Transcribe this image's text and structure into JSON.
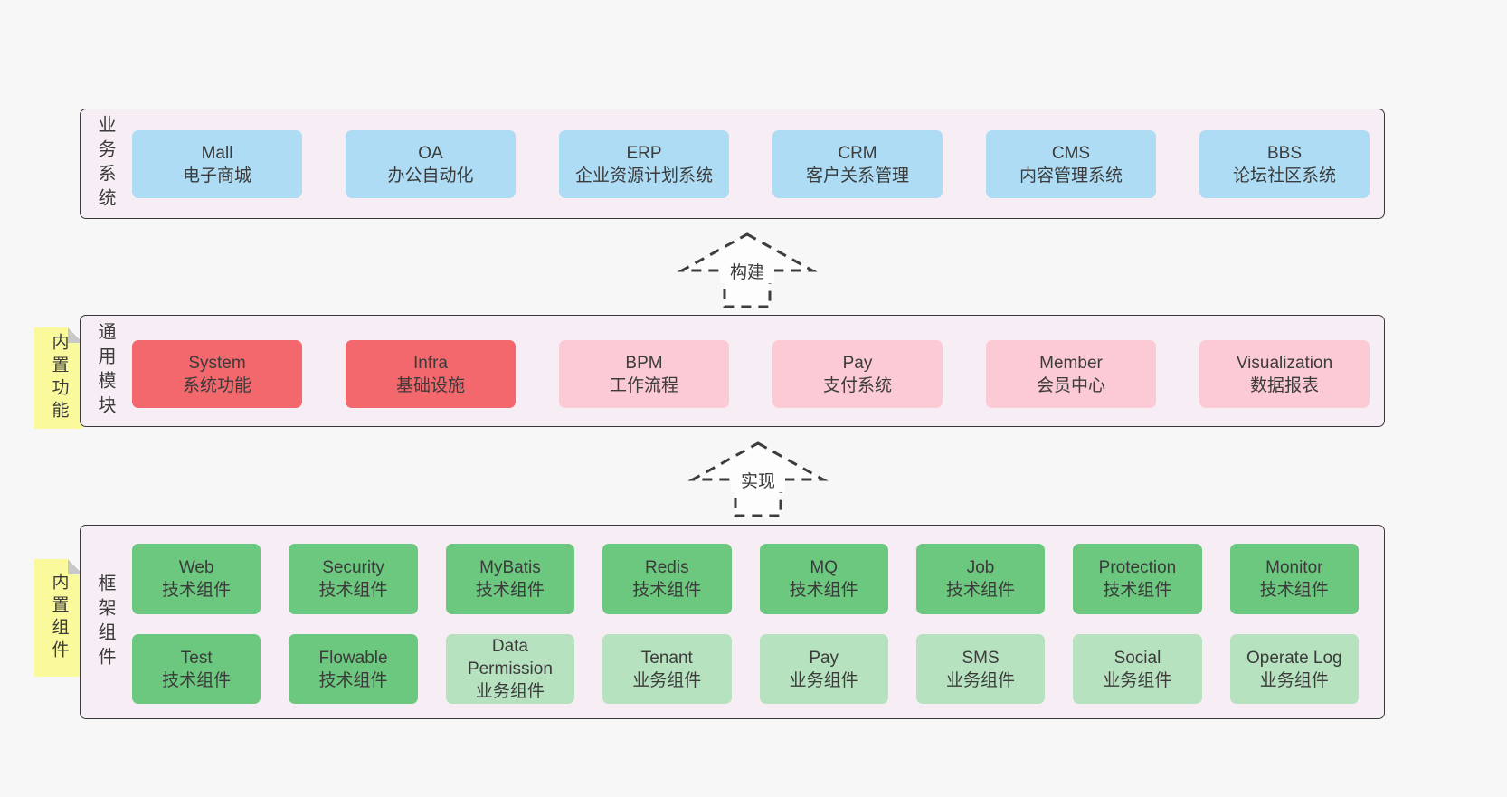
{
  "colors": {
    "page_bg": "#f7f7f7",
    "layer_bg": "#f7edf5",
    "layer_border": "#383838",
    "blue": "#addcf4",
    "red": "#f2686d",
    "pink": "#fbcad4",
    "green": "#6cc77f",
    "light_green": "#b7e2bf",
    "sticky_yellow": "#fafa9d",
    "sticky_fold": "#c8c8c8",
    "text": "#3b3b3b"
  },
  "arrows": [
    {
      "label": "构建"
    },
    {
      "label": "实现"
    }
  ],
  "stickies": [
    {
      "label": "内置功能"
    },
    {
      "label": "内置组件"
    }
  ],
  "layers": [
    {
      "side_label": "业务系统",
      "rows": [
        [
          {
            "name": "Mall",
            "desc": "电子商城",
            "variant": "blue"
          },
          {
            "name": "OA",
            "desc": "办公自动化",
            "variant": "blue"
          },
          {
            "name": "ERP",
            "desc": "企业资源计划系统",
            "variant": "blue"
          },
          {
            "name": "CRM",
            "desc": "客户关系管理",
            "variant": "blue"
          },
          {
            "name": "CMS",
            "desc": "内容管理系统",
            "variant": "blue"
          },
          {
            "name": "BBS",
            "desc": "论坛社区系统",
            "variant": "blue"
          }
        ]
      ]
    },
    {
      "side_label": "通用模块",
      "rows": [
        [
          {
            "name": "System",
            "desc": "系统功能",
            "variant": "red"
          },
          {
            "name": "Infra",
            "desc": "基础设施",
            "variant": "red"
          },
          {
            "name": "BPM",
            "desc": "工作流程",
            "variant": "pink"
          },
          {
            "name": "Pay",
            "desc": "支付系统",
            "variant": "pink"
          },
          {
            "name": "Member",
            "desc": "会员中心",
            "variant": "pink"
          },
          {
            "name": "Visualization",
            "desc": "数据报表",
            "variant": "pink"
          }
        ]
      ]
    },
    {
      "side_label": "框架组件",
      "rows": [
        [
          {
            "name": "Web",
            "desc": "技术组件",
            "variant": "green"
          },
          {
            "name": "Security",
            "desc": "技术组件",
            "variant": "green"
          },
          {
            "name": "MyBatis",
            "desc": "技术组件",
            "variant": "green"
          },
          {
            "name": "Redis",
            "desc": "技术组件",
            "variant": "green"
          },
          {
            "name": "MQ",
            "desc": "技术组件",
            "variant": "green"
          },
          {
            "name": "Job",
            "desc": "技术组件",
            "variant": "green"
          },
          {
            "name": "Protection",
            "desc": "技术组件",
            "variant": "green"
          },
          {
            "name": "Monitor",
            "desc": "技术组件",
            "variant": "green"
          }
        ],
        [
          {
            "name": "Test",
            "desc": "技术组件",
            "variant": "green"
          },
          {
            "name": "Flowable",
            "desc": "技术组件",
            "variant": "green"
          },
          {
            "name": "Data Permission",
            "desc": "业务组件",
            "variant": "light-green"
          },
          {
            "name": "Tenant",
            "desc": "业务组件",
            "variant": "light-green"
          },
          {
            "name": "Pay",
            "desc": "业务组件",
            "variant": "light-green"
          },
          {
            "name": "SMS",
            "desc": "业务组件",
            "variant": "light-green"
          },
          {
            "name": "Social",
            "desc": "业务组件",
            "variant": "light-green"
          },
          {
            "name": "Operate Log",
            "desc": "业务组件",
            "variant": "light-green"
          }
        ]
      ]
    }
  ]
}
